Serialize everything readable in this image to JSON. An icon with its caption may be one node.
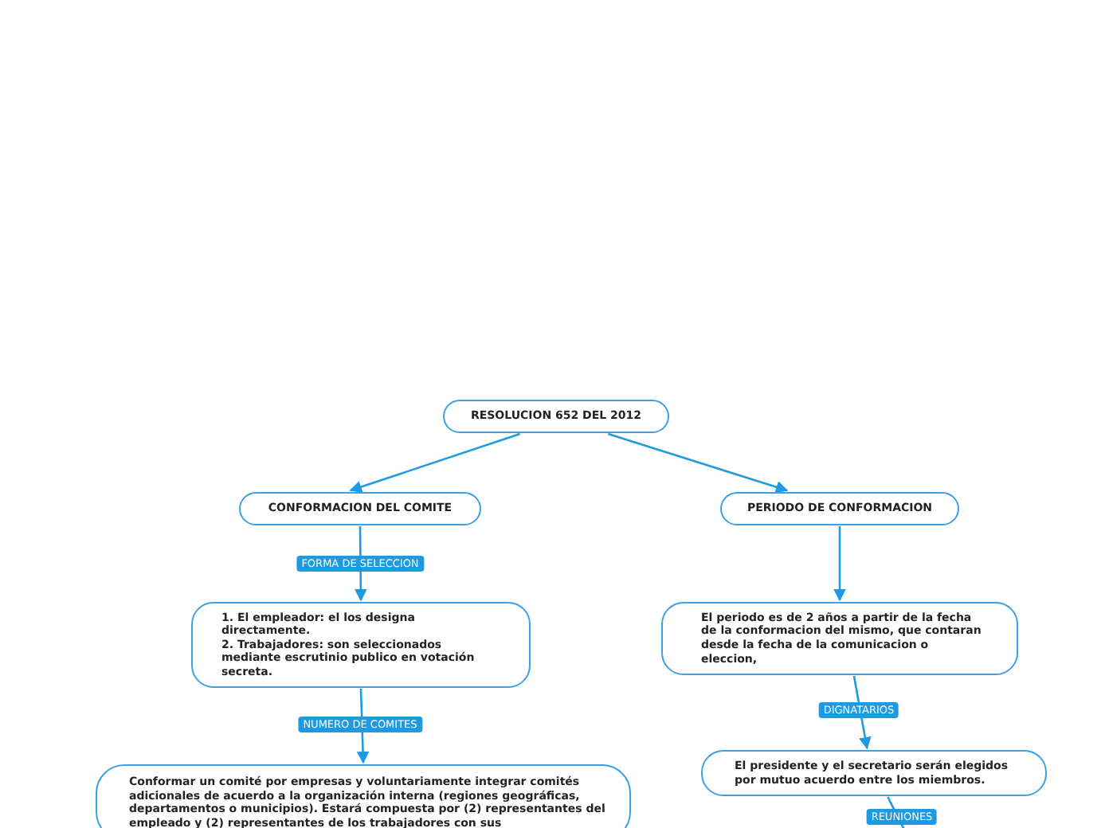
{
  "diagram": {
    "nodes": [
      {
        "text": [
          "RESOLUCION 652 DEL 2012"
        ]
      },
      {
        "text": [
          "CONFORMACION DEL COMITE"
        ]
      },
      {
        "text": [
          "PERIODO DE CONFORMACION"
        ]
      },
      {
        "text": [
          "1. El empleador: el los designa directamente.",
          "2.  Trabajadores: son seleccionados mediante escrutinio publico en votación secreta."
        ]
      },
      {
        "text": [
          "Conformar un comité por empresas y voluntariamente integrar comités adicionales de acuerdo a la organización interna (regiones geográficas, departamentos o municipios). Estará compuesta por (2) representantes del empleado y (2) representantes de los trabajadores con sus"
        ]
      },
      {
        "text": [
          "El periodo es de 2 años a partir de la fecha de la conformacion del mismo, que contaran desde la fecha de la comunicacion o eleccion,"
        ]
      },
      {
        "text": [
          "El presidente y el secretario serán elegidos por mutuo acuerdo entre los miembros."
        ]
      }
    ],
    "edges": [
      {
        "from": 0,
        "to": 1,
        "arrow": "to"
      },
      {
        "from": 0,
        "to": 2,
        "arrow": "to"
      },
      {
        "from": 1,
        "to": 3,
        "arrow": "to",
        "label": "FORMA DE SELECCION"
      },
      {
        "from": 3,
        "to": 4,
        "arrow": "to",
        "label": "NUMERO DE COMITES"
      },
      {
        "from": 2,
        "to": 5,
        "arrow": "to"
      },
      {
        "from": 5,
        "to": 6,
        "arrow": "to",
        "label": "DIGNATARIOS"
      },
      {
        "from": 6,
        "to": null,
        "arrow": "none",
        "label": "REUNIONES"
      }
    ]
  }
}
